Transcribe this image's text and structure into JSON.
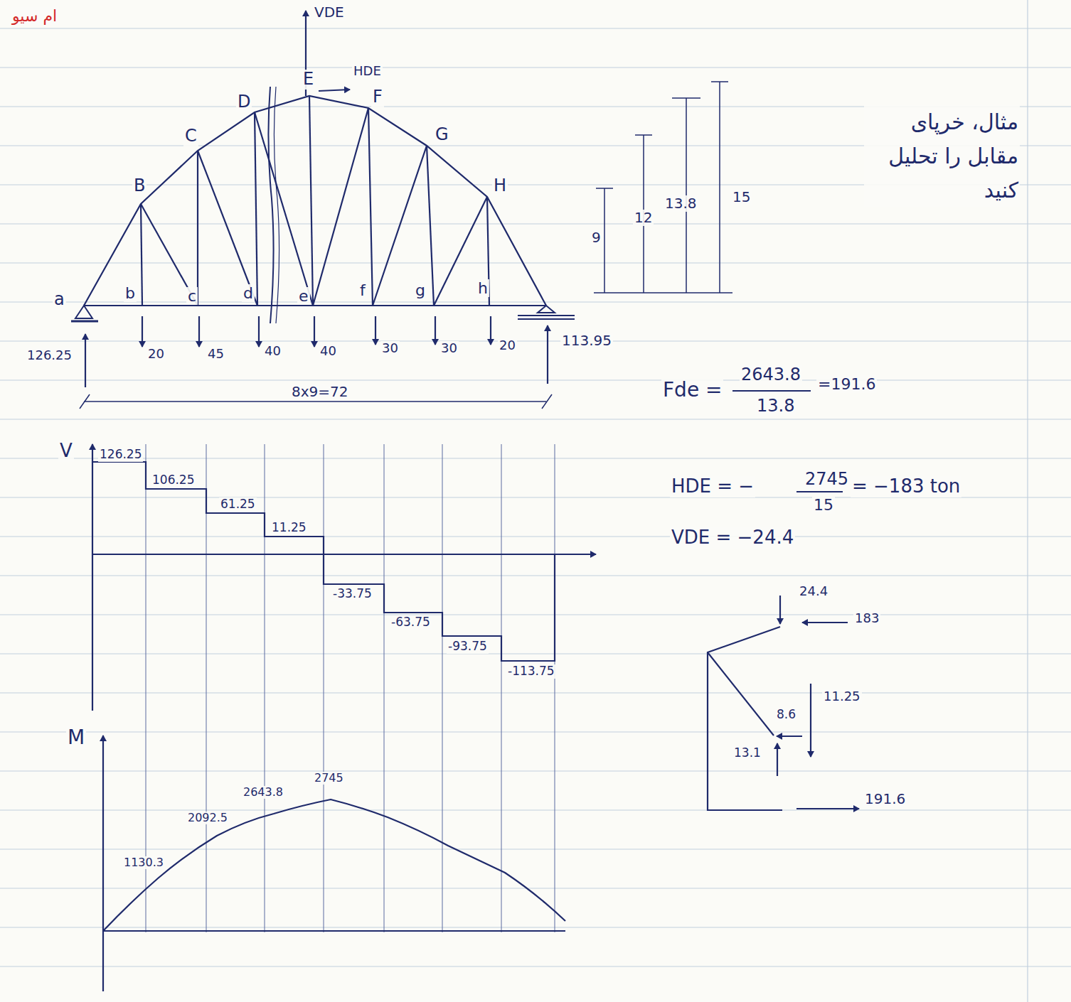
{
  "diagram": {
    "labels": [
      "ام سیو",
      "مثال، خرپای مقابل را تحلیل کنید",
      "VDE",
      "HDE",
      "E",
      "D",
      "F",
      "C",
      "G",
      "B",
      "H",
      "a",
      "b",
      "c",
      "d",
      "e",
      "f",
      "g",
      "h",
      "9",
      "12",
      "13.8",
      "15",
      "20",
      "45",
      "40",
      "40",
      "30",
      "30",
      "20",
      "126.25",
      "113.95",
      "8x9=72",
      "V",
      "126.25",
      "106.25",
      "61.25",
      "11.25",
      "-33.75",
      "-63.75",
      "-93.75",
      "-113.75",
      "M",
      "1130.3",
      "2092.5",
      "2643.8",
      "2745",
      "Fde =",
      "2643.8",
      "13.8",
      "=191.6",
      "HDE = −",
      "2745",
      "15",
      "= −183 ton",
      "VDE = −24.4",
      "24.4",
      "183",
      "11.25",
      "8.6",
      "13.1",
      "191.6"
    ]
  }
}
